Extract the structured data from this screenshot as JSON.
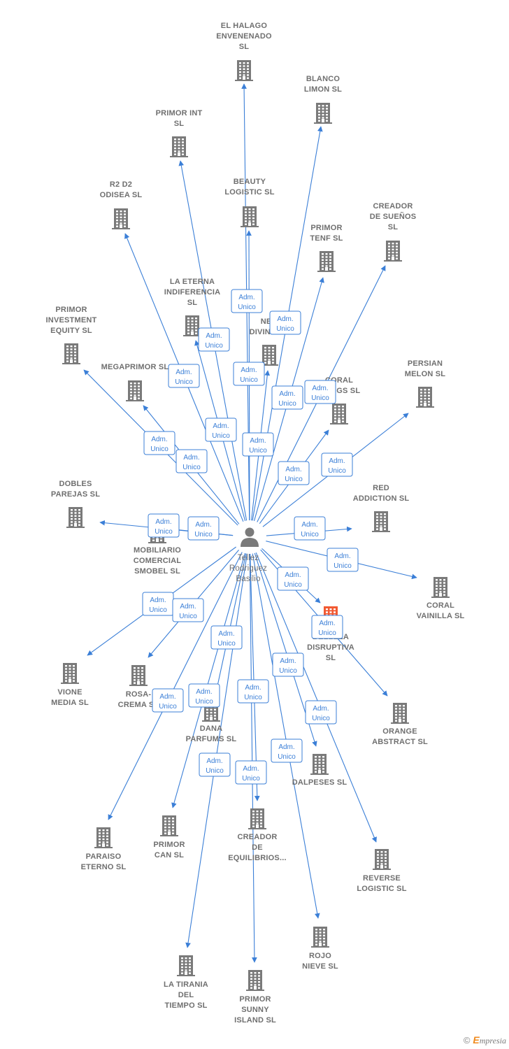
{
  "center": {
    "lines": [
      "Tellez",
      "Rodriguez",
      "Basilio"
    ]
  },
  "relation": [
    "Adm.",
    "Unico"
  ],
  "colors": {
    "edge": "#3b7fd7",
    "building": "#7a7a7a",
    "highlight": "#f25a32"
  },
  "companies": [
    {
      "id": "el-halago-envenenado-sl",
      "lines": [
        "EL HALAGO",
        "ENVENENADO",
        "SL"
      ]
    },
    {
      "id": "blanco-limon-sl",
      "lines": [
        "BLANCO",
        "LIMON SL"
      ]
    },
    {
      "id": "primor-int-sl",
      "lines": [
        "PRIMOR INT",
        "SL"
      ]
    },
    {
      "id": "beauty-logistic-sl",
      "lines": [
        "BEAUTY",
        "LOGISTIC  SL"
      ]
    },
    {
      "id": "creador-de-suenos-sl",
      "lines": [
        "CREADOR",
        "DE SUEÑOS",
        "SL"
      ]
    },
    {
      "id": "r2-d2-odisea-sl",
      "lines": [
        "R2 D2",
        "ODISEA  SL"
      ]
    },
    {
      "id": "primor-tenf-sl",
      "lines": [
        "PRIMOR",
        "TENF  SL"
      ]
    },
    {
      "id": "la-eterna-indiferencia-sl",
      "lines": [
        "LA ETERNA",
        "INDIFERENCIA",
        "SL"
      ]
    },
    {
      "id": "neg-diving-sl",
      "lines": [
        "NEG",
        "DIVING SL"
      ]
    },
    {
      "id": "primor-investment-equity-sl",
      "lines": [
        "PRIMOR",
        "INVESTMENT",
        "EQUITY  SL"
      ]
    },
    {
      "id": "megaprimor-sl",
      "lines": [
        "MEGAPRIMOR SL"
      ]
    },
    {
      "id": "coral-things-sl",
      "lines": [
        "CORAL",
        "THINGS SL"
      ]
    },
    {
      "id": "persian-melon-sl",
      "lines": [
        "PERSIAN",
        "MELON SL"
      ]
    },
    {
      "id": "dobles-parejas-sl",
      "lines": [
        "DOBLES",
        "PAREJAS SL"
      ]
    },
    {
      "id": "red-addiction-sl",
      "lines": [
        "RED",
        "ADDICTION  SL"
      ]
    },
    {
      "id": "mobiliario-comercial-smobel-sl",
      "lines": [
        "MOBILIARIO",
        "COMERCIAL",
        "SMOBEL  SL"
      ]
    },
    {
      "id": "coral-vainilla-sl",
      "lines": [
        "CORAL",
        "VAINILLA SL"
      ]
    },
    {
      "id": "belleza-disruptiva-sl",
      "lines": [
        "BELLEZA",
        "DISRUPTIVA",
        "SL"
      ],
      "highlight": true
    },
    {
      "id": "vione-media-sl",
      "lines": [
        "VIONE",
        "MEDIA  SL"
      ]
    },
    {
      "id": "rosa-crema-sl",
      "lines": [
        "ROSA-",
        "CREMA SL"
      ]
    },
    {
      "id": "dana-parfums-sl",
      "lines": [
        "DANA",
        "PARFUMS  SL"
      ]
    },
    {
      "id": "orange-abstract-sl",
      "lines": [
        "ORANGE",
        "ABSTRACT  SL"
      ]
    },
    {
      "id": "dalpeses-sl",
      "lines": [
        "DALPESES SL"
      ]
    },
    {
      "id": "paraiso-eterno-sl",
      "lines": [
        "PARAISO",
        "ETERNO  SL"
      ]
    },
    {
      "id": "primor-can-sl",
      "lines": [
        "PRIMOR",
        "CAN  SL"
      ]
    },
    {
      "id": "creador-de-equilibrios",
      "lines": [
        "CREADOR",
        "DE",
        "EQUILIBRIOS..."
      ]
    },
    {
      "id": "reverse-logistic-sl",
      "lines": [
        "REVERSE",
        "LOGISTIC  SL"
      ]
    },
    {
      "id": "rojo-nieve-sl",
      "lines": [
        "ROJO",
        "NIEVE SL"
      ]
    },
    {
      "id": "la-tirania-del-tiempo-sl",
      "lines": [
        "LA TIRANIA",
        "DEL",
        "TIEMPO  SL"
      ]
    },
    {
      "id": "primor-sunny-island-sl",
      "lines": [
        "PRIMOR",
        "SUNNY",
        "ISLAND  SL"
      ]
    }
  ],
  "footer": {
    "copyright": "©",
    "brand_initial": "E",
    "brand_rest": "mpresia"
  }
}
